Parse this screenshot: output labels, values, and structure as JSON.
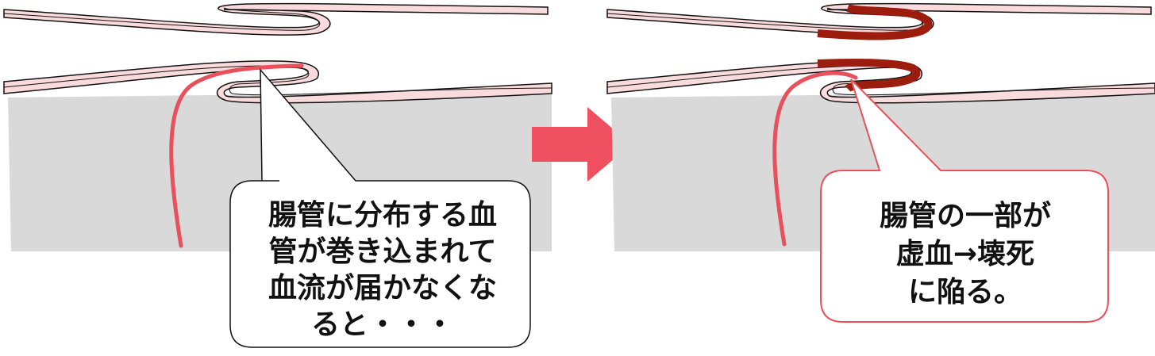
{
  "colors": {
    "background": "#ffffff",
    "mesentery_gray": "#d9d9d9",
    "intestine_fill": "#fadbdd",
    "outline": "#111111",
    "blood_vessel": "#e8505b",
    "necrosis": "#9c1c0e",
    "arrow": "#ee5060",
    "left_bubble_border": "#111111",
    "right_bubble_border": "#e8505b"
  },
  "left_panel": {
    "caption_lines": [
      "腸管に分布する血",
      "管が巻き込まれて",
      "血流が届かなくな",
      "ると・・・"
    ]
  },
  "right_panel": {
    "caption_lines": [
      "腸管の一部が",
      "虚血→壊死",
      "に陥る。"
    ]
  },
  "transition_arrow": {
    "icon": "right-arrow-icon"
  }
}
